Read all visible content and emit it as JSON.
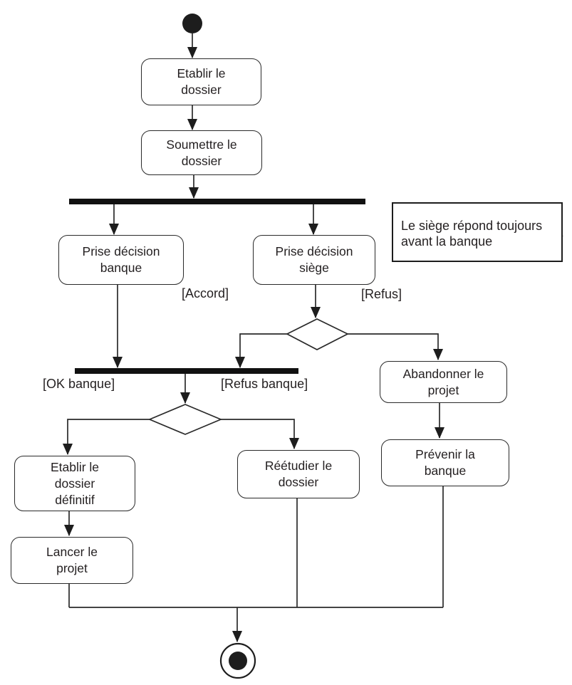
{
  "diagram_type": "uml-activity-diagram",
  "activities": {
    "etablir_dossier": "Etablir le\ndossier",
    "soumettre_dossier": "Soumettre le\ndossier",
    "prise_decision_banque": "Prise décision\nbanque",
    "prise_decision_siege": "Prise décision\nsiège",
    "abandonner_projet": "Abandonner le\nprojet",
    "prevenir_banque": "Prévenir la\nbanque",
    "etablir_dossier_definitif": "Etablir le\ndossier\ndéfinitif",
    "lancer_projet": "Lancer le\nprojet",
    "reetudier_dossier": "Réétudier le\ndossier"
  },
  "guards": {
    "accord": "[Accord]",
    "refus": "[Refus]",
    "ok_banque": "[OK banque]",
    "refus_banque": "[Refus banque]"
  },
  "note": {
    "text": "Le siège répond toujours\navant la banque"
  },
  "colors": {
    "ink": "#231f20",
    "node_fill": "#ffffff",
    "bar_fill": "#111111"
  }
}
